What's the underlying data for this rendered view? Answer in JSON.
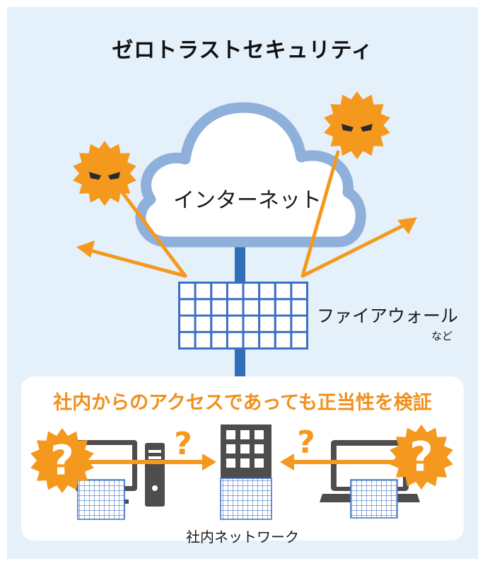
{
  "title": "ゼロトラストセキュリティ",
  "cloud": {
    "label": "インターネット"
  },
  "firewall": {
    "label": "ファイアウォール",
    "note": "など"
  },
  "internal": {
    "message": "社内からのアクセスであっても正当性を検証",
    "network_label": "社内ネットワーク"
  },
  "symbols": {
    "question": "?"
  },
  "colors": {
    "background": "#e4f0fa",
    "orange": "#f5981e",
    "blue": "#2f6fba",
    "cloud_outline": "#8fb0db",
    "device": "#4d4d4d",
    "grid": "#3b6fc4"
  }
}
